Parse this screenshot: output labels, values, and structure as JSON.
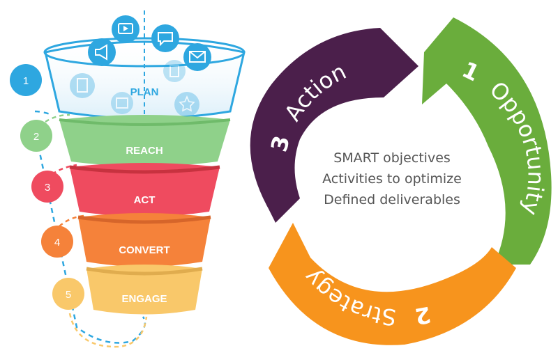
{
  "funnel": {
    "stages": [
      {
        "number": "1",
        "label": "PLAN",
        "color": "#2ea7e0"
      },
      {
        "number": "2",
        "label": "REACH",
        "color": "#8fd18a"
      },
      {
        "number": "3",
        "label": "ACT",
        "color": "#ef4b5f"
      },
      {
        "number": "4",
        "label": "CONVERT",
        "color": "#f5823a"
      },
      {
        "number": "5",
        "label": "ENGAGE",
        "color": "#f9c86a"
      }
    ],
    "icons": [
      "video-icon",
      "chat-icon",
      "megaphone-icon",
      "mail-icon",
      "document-icon",
      "calendar-icon",
      "star-icon"
    ]
  },
  "cycle": {
    "segments": [
      {
        "number": "1",
        "label": "Opportunity",
        "color": "#6aad3c"
      },
      {
        "number": "2",
        "label": "Strategy",
        "color": "#f7941d"
      },
      {
        "number": "3",
        "label": "Action",
        "color": "#4b1f4b"
      }
    ],
    "center_lines": [
      "SMART objectives",
      "Activities to optimize",
      "Defined deliverables"
    ],
    "center_text_color": "#555555"
  }
}
